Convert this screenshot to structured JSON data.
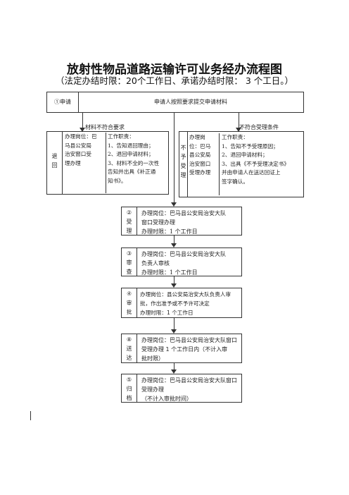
{
  "title": "放射性物品道路运输许可业务经办流程图",
  "subtitle": "（法定办结时限：20个工作日、承诺办结时限： 3 个工日。）",
  "apply": {
    "tag": "①申请",
    "text": "申请人按照要求提交申请材料"
  },
  "branch_left_label": "材料不符合要求",
  "branch_right_label": "不符合受理条件",
  "return_box": {
    "tag_line1": "退",
    "tag_line2": "回",
    "post": [
      "办理岗位：巴",
      "马县公安局",
      "治安窗口受",
      "理办理"
    ],
    "duties": [
      "工作职责：",
      "1、告知退回理由；",
      "2、退回申请材料；",
      "3、材料不全的一次性",
      "告知并出具《补正通",
      "知书》。"
    ]
  },
  "reject_box": {
    "tag": [
      "不",
      "予",
      "受",
      "理"
    ],
    "post": [
      "办理岗",
      "位：巴马",
      "县公安局",
      "治安窗口",
      "受理办理"
    ],
    "duties": [
      "工作职责：",
      "1、告知不予受理原因；",
      "2、退回申请材料；",
      "3、出具《不予受理决定书》",
      "并由申请人在送达回证上",
      "签字确认。"
    ]
  },
  "steps": [
    {
      "tag": [
        "②",
        "受",
        "理"
      ],
      "lines": [
        "办理岗位：巴马县公安局治安大队",
        "窗口受理办理",
        "办理时限：1 个工作日"
      ]
    },
    {
      "tag": [
        "③",
        "审",
        "查"
      ],
      "lines": [
        "办理岗位：巴马县公安局治安大队",
        "负责人审核",
        "办理时限：1 个工作日"
      ]
    },
    {
      "tag": [
        "④",
        "审",
        "批"
      ],
      "lines": [
        "办理岗位：县公安局治安大队负责人审",
        "批，作出准予或不予许可决定",
        "办理时限：1 个工作日"
      ]
    },
    {
      "tag": [
        "⑧",
        "送",
        "达"
      ],
      "lines": [
        "办理岗位：巴马县公安局治安大队窗口",
        "受理办理 1 个工作日内（不计入审",
        "批时限）"
      ]
    },
    {
      "tag": [
        "⑤",
        "归",
        "档"
      ],
      "lines": [
        "办理岗位：巴马县公安局治安大队窗口",
        "受理办理",
        "（不计入审批时间）"
      ]
    }
  ]
}
